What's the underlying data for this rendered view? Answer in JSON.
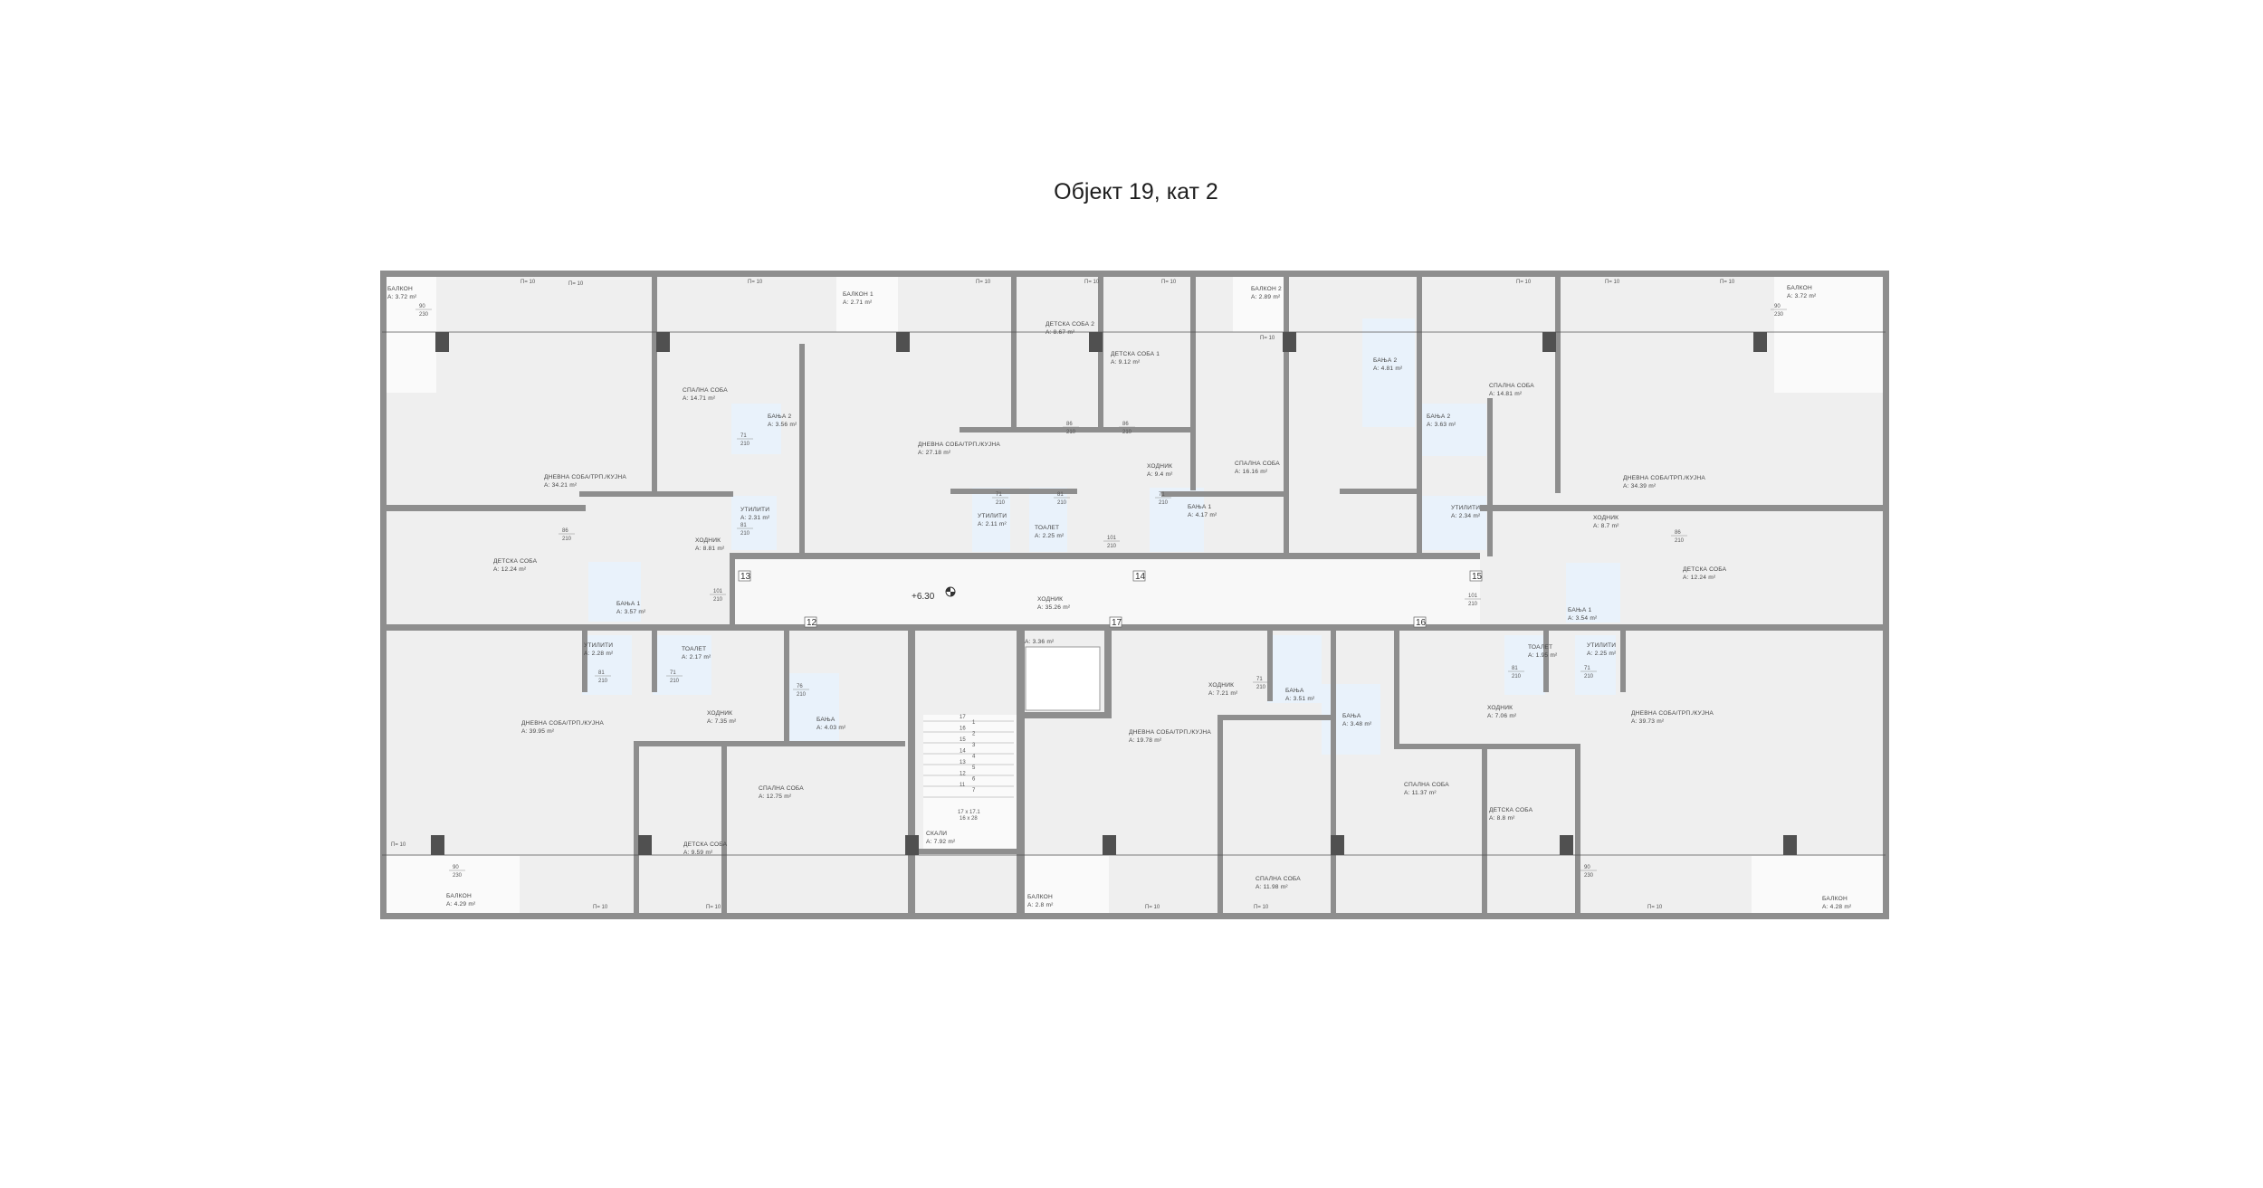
{
  "title": "Објект 19, кат 2",
  "elevation": "+6.30",
  "colors": {
    "wall": "#8e8e8e",
    "column": "#505050",
    "room": "#efefef",
    "corridor": "#f8f8f8",
    "bathroom": "#e9f2fb"
  },
  "units": [
    "13",
    "12",
    "14",
    "17",
    "15",
    "16"
  ],
  "rooms": [
    {
      "name": "БАЛКОН",
      "area": "A: 3.72 m²"
    },
    {
      "name": "СПАЛНА СОБА",
      "area": "A:      14.71 m²"
    },
    {
      "name": "БАЊА 2",
      "area": "A: 3.56 m²"
    },
    {
      "name": "ДНЕВНА СОБА/ТРП./КУЈНА",
      "area": "A:                 34.21 m²"
    },
    {
      "name": "УТИЛИТИ",
      "area": "A: 2.31 m²"
    },
    {
      "name": "ХОДНИК",
      "area": "A: 8.81 m²"
    },
    {
      "name": "ДЕТСКА СОБА",
      "area": "A:      12.24 m²"
    },
    {
      "name": "БАЊА 1",
      "area": "A: 3.57 m²"
    },
    {
      "name": "БАЛКОН 1",
      "area": "A: 2.71 m²"
    },
    {
      "name": "ДЕТСКА СОБА 2",
      "area": "A:        8.67 m²"
    },
    {
      "name": "ДЕТСКА СОБА 1",
      "area": "A:        9.12 m²"
    },
    {
      "name": "БАЛКОН 2",
      "area": "A: 2.89 m²"
    },
    {
      "name": "ДНЕВНА СОБА/ТРП./КУЈНА",
      "area": "A:                 27.18 m²"
    },
    {
      "name": "ХОДНИК",
      "area": "A: 9.4 m²"
    },
    {
      "name": "СПАЛНА СОБА",
      "area": "A:      16.16 m²"
    },
    {
      "name": "УТИЛИТИ",
      "area": "A: 2.11 m²"
    },
    {
      "name": "ТОАЛЕТ",
      "area": "A: 2.25 m²"
    },
    {
      "name": "БАЊА 1",
      "area": "A: 4.17 m²"
    },
    {
      "name": "ХОДНИК",
      "area": "A: 35.26 m²"
    },
    {
      "name": "БАЊА 2",
      "area": "A: 4.81 m²"
    },
    {
      "name": "СПАЛНА СОБА",
      "area": "A:      14.81 m²"
    },
    {
      "name": "БАЊА 2",
      "area": "A: 3.63 m²"
    },
    {
      "name": "ДНЕВНА СОБА/ТРП./КУЈНА",
      "area": "A:                 34.39 m²"
    },
    {
      "name": "БАЛКОН",
      "area": "A: 3.72 m²"
    },
    {
      "name": "УТИЛИТИ",
      "area": "A: 2.34 m²"
    },
    {
      "name": "ХОДНИК",
      "area": "A: 8.7 m²"
    },
    {
      "name": "ДЕТСКА СОБА",
      "area": "A:      12.24 m²"
    },
    {
      "name": "БАЊА 1",
      "area": "A: 3.54 m²"
    },
    {
      "name": "УТИЛИТИ",
      "area": "A: 2.28 m²"
    },
    {
      "name": "ТОАЛЕТ",
      "area": "A: 2.17 m²"
    },
    {
      "name": "ДНЕВНА СОБА/ТРП./КУЈНА",
      "area": "A:                 39.95 m²"
    },
    {
      "name": "ХОДНИК",
      "area": "A: 7.35 m²"
    },
    {
      "name": "БАЊА",
      "area": "A: 4.03 m²"
    },
    {
      "name": "СПАЛНА СОБА",
      "area": "A:      12.75 m²"
    },
    {
      "name": "ДЕТСКА СОБА",
      "area": "A:       9.59 m²"
    },
    {
      "name": "БАЛКОН",
      "area": "A: 4.29 m²"
    },
    {
      "name": "",
      "area": "A: 3.36 m²"
    },
    {
      "name": "ХОДНИК",
      "area": "A: 7.21 m²"
    },
    {
      "name": "БАЊА",
      "area": "A: 3.51 m²"
    },
    {
      "name": "БАЊА",
      "area": "A: 3.48 m²"
    },
    {
      "name": "ДНЕВНА СОБА/ТРП./КУЈНА",
      "area": "A:                 19.78 m²"
    },
    {
      "name": "СКАЛИ",
      "area": "A: 7.92 m²"
    },
    {
      "name": "БАЛКОН",
      "area": "A: 2.8 m²"
    },
    {
      "name": "СПАЛНА СОБА",
      "area": "A:      11.98 m²"
    },
    {
      "name": "ТОАЛЕТ",
      "area": "A: 1.95 m²"
    },
    {
      "name": "УТИЛИТИ",
      "area": "A: 2.25 m²"
    },
    {
      "name": "ХОДНИК",
      "area": "A: 7.06 m²"
    },
    {
      "name": "ДНЕВНА СОБА/ТРП./КУЈНА",
      "area": "A:                 39.73 m²"
    },
    {
      "name": "СПАЛНА СОБА",
      "area": "A:      11.37 m²"
    },
    {
      "name": "ДЕТСКА СОБА",
      "area": "A:      8.8 m²"
    },
    {
      "name": "БАЛКОН",
      "area": "A: 4.28 m²"
    }
  ],
  "stairs": {
    "label": "17 x 17.1",
    "label2": "16 x 28",
    "steps_left": [
      "17",
      "16",
      "15",
      "14",
      "13",
      "12",
      "11"
    ],
    "steps_right": [
      "1",
      "2",
      "3",
      "4",
      "5",
      "6",
      "7"
    ]
  },
  "doors": [
    {
      "w": "90",
      "h": "230"
    },
    {
      "w": "86",
      "h": "210"
    },
    {
      "w": "71",
      "h": "210"
    },
    {
      "w": "81",
      "h": "210"
    },
    {
      "w": "101",
      "h": "210"
    },
    {
      "w": "86",
      "h": "210"
    },
    {
      "w": "86",
      "h": "210"
    },
    {
      "w": "101",
      "h": "210"
    },
    {
      "w": "71",
      "h": "210"
    },
    {
      "w": "81",
      "h": "210"
    },
    {
      "w": "71",
      "h": "210"
    },
    {
      "w": "101",
      "h": "210"
    },
    {
      "w": "86",
      "h": "210"
    },
    {
      "w": "90",
      "h": "230"
    },
    {
      "w": "81",
      "h": "210"
    },
    {
      "w": "71",
      "h": "210"
    },
    {
      "w": "76",
      "h": "210"
    },
    {
      "w": "71",
      "h": "210"
    },
    {
      "w": "81",
      "h": "210"
    },
    {
      "w": "71",
      "h": "210"
    },
    {
      "w": "90",
      "h": "230"
    },
    {
      "w": "90",
      "h": "230"
    }
  ],
  "window_labels": [
    "П= 10",
    "П= 10",
    "П= 10",
    "П= 10",
    "П= 10",
    "П= 10",
    "П= 10",
    "П= 10",
    "П= 10",
    "П= 10",
    "П= 10",
    "П= 10",
    "П= 10",
    "П= 10",
    "П= 10",
    "П= 10"
  ]
}
